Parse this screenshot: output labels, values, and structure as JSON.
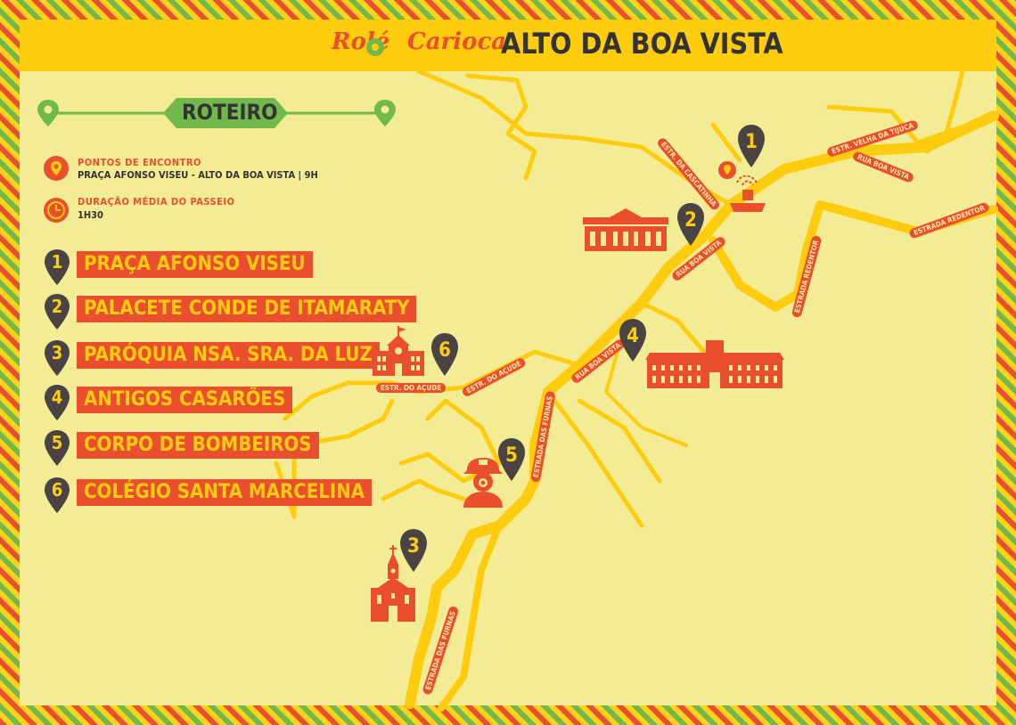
{
  "header": {
    "logo_left": "Rolé",
    "logo_right": "Carioca",
    "title": "ALTO DA BOA VISTA"
  },
  "roteiro": {
    "label": "ROTEIRO"
  },
  "info": {
    "meeting_label": "PONTOS DE ENCONTRO",
    "meeting_value": "PRAÇA AFONSO VISEU - ALTO DA BOA VISTA | 9H",
    "duration_label": "DURAÇÃO MÉDIA DO PASSEIO",
    "duration_value": "1H30"
  },
  "stops": [
    {
      "number": "1",
      "name": "PRAÇA AFONSO VISEU"
    },
    {
      "number": "2",
      "name": "PALACETE CONDE DE ITAMARATY"
    },
    {
      "number": "3",
      "name": "PARÓQUIA NSA. SRA. DA LUZ"
    },
    {
      "number": "4",
      "name": "ANTIGOS CASARÕES"
    },
    {
      "number": "5",
      "name": "CORPO DE BOMBEIROS"
    },
    {
      "number": "6",
      "name": "COLÉGIO SANTA MARCELINA"
    }
  ],
  "road_labels": {
    "cascatinha": "ESTR. DA CASCATINHA",
    "velha_tijuca": "ESTR. VELHA DA TIJUCA",
    "boa_vista_1": "RUA BOA VISTA",
    "redentor_1": "ESTRADA REDENTOR",
    "boa_vista_2": "RUA BOA VISTA",
    "redentor_2": "ESTRADA REDENTOR",
    "boa_vista_3": "RUA BOA VISTA",
    "acude_1": "ESTR. DO AÇUDE",
    "acude_2": "ESTR. DO AÇUDE",
    "furnas_1": "ESTRADA DAS FURNAS",
    "furnas_2": "ESTRADA DAS FURNAS"
  },
  "colors": {
    "background": "#f4eb95",
    "road": "#ffcd0e",
    "accent": "#e94e2f",
    "pin": "#4a4343",
    "green": "#71b94a"
  },
  "icons": [
    "location-pin-icon",
    "clock-icon",
    "fountain-icon",
    "palace-icon",
    "mansion-icon",
    "school-icon",
    "firefighter-icon",
    "church-icon"
  ]
}
